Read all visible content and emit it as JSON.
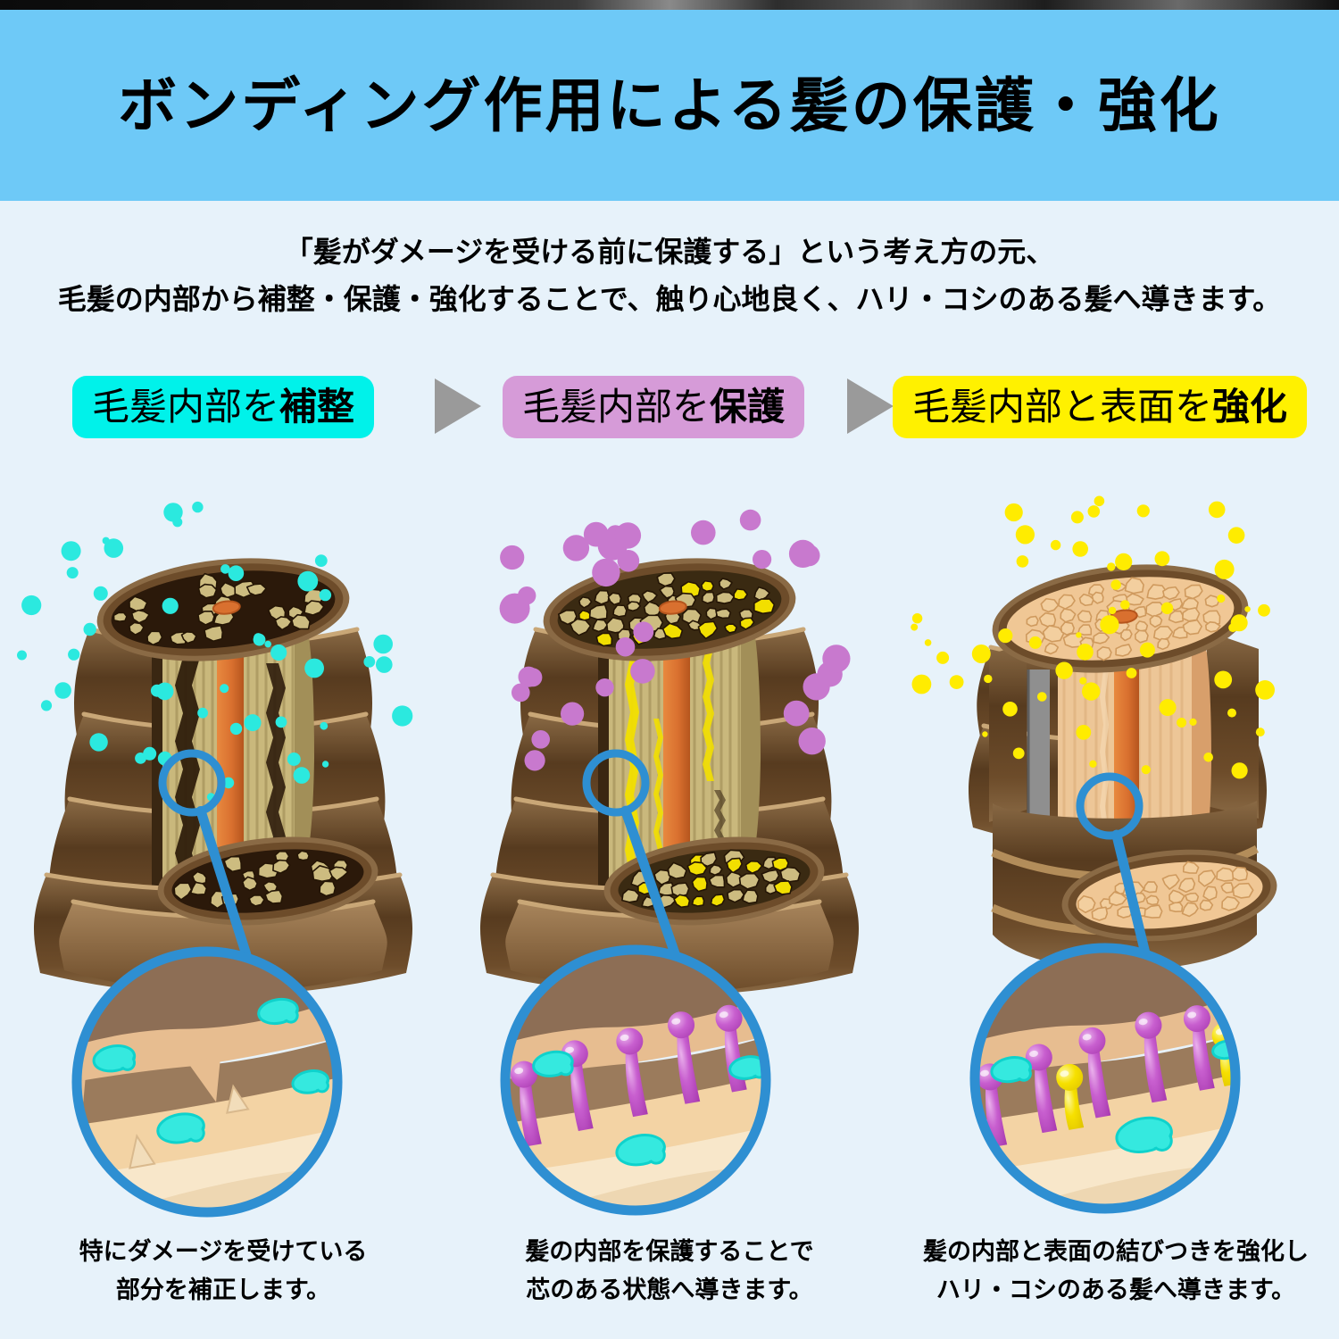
{
  "page": {
    "bg": "#e7f2fa"
  },
  "header": {
    "title": "ボンディング作用による髪の保護・強化",
    "bg": "#6ec9f7"
  },
  "intro": {
    "line1": "「髪がダメージを受ける前に保護する」という考え方の元、",
    "line2": "毛髪の内部から補整・保護・強化することで、触り心地良く、ハリ・コシのある髪へ導きます。"
  },
  "process_badges": [
    {
      "prefix": "毛髪内部を",
      "emphasis": "補整",
      "bg": "#00f2ea"
    },
    {
      "prefix": "毛髪内部を",
      "emphasis": "保護",
      "bg": "#d69bd8"
    },
    {
      "prefix": "毛髪内部と表面を",
      "emphasis": "強化",
      "bg": "#fff100"
    }
  ],
  "arrow_color": "#9a9a9a",
  "columns": [
    {
      "stage": "repair",
      "particle_color": "#2be9df",
      "caption_line1": "特にダメージを受けている",
      "caption_line2": "部分を補正します。"
    },
    {
      "stage": "protect",
      "particle_color": "#c879ce",
      "caption_line1": "髪の内部を保護することで",
      "caption_line2": "芯のある状態へ導きます。"
    },
    {
      "stage": "strengthen",
      "particle_color": "#ffec00",
      "caption_line1": "髪の内部と表面の結びつきを強化し",
      "caption_line2": "ハリ・コシのある髪へ導きます。"
    }
  ],
  "magnifier": {
    "ring_color": "#2e8fd2"
  },
  "illustration": {
    "cuticle_dark": "#573b1f",
    "cuticle_mid": "#6d4c2a",
    "cuticle_light": "#8a6a45",
    "cuticle_rim": "#c9a777",
    "cut_face": "#3a2712",
    "cortex_fiber": "#c9b87c",
    "cortex_fiber_shadow": "#a28f58",
    "cortex_damage": "#2f1d0c",
    "cortex_fill_yellow": "#f2df00",
    "cortex_healthy": "#edc697",
    "cortex_healthy_stripe": "#dcae7a",
    "medulla": "#d9702f",
    "medulla_dark": "#b5551d",
    "section_bg_damaged": "#2b190a",
    "section_bg_filled": "#3a2a12",
    "section_bg_healthy": "#f0c795",
    "stone": "#cdbc80",
    "stone_stroke": "#241505",
    "stone_healthy": "#f3cf9f",
    "stone_healthy_stroke": "#cf9a5e",
    "gray_slot": "#8f8f8f",
    "repair_fill": "#35e9df",
    "repair_fill_edge": "#0fd2cc",
    "protect_pin": "#c85fcf",
    "strength_pin": "#f6e000",
    "zoom_band_top": "#8d6e55",
    "zoom_band_mid": "#9b7b5c",
    "zoom_band_ridge": "#e7bd90",
    "zoom_band_peach": "#f3d3a4",
    "zoom_band_cream": "#f8e7ca",
    "zoom_band_shade": "#eed7b2",
    "zoom_spike": "#f2ddba"
  }
}
